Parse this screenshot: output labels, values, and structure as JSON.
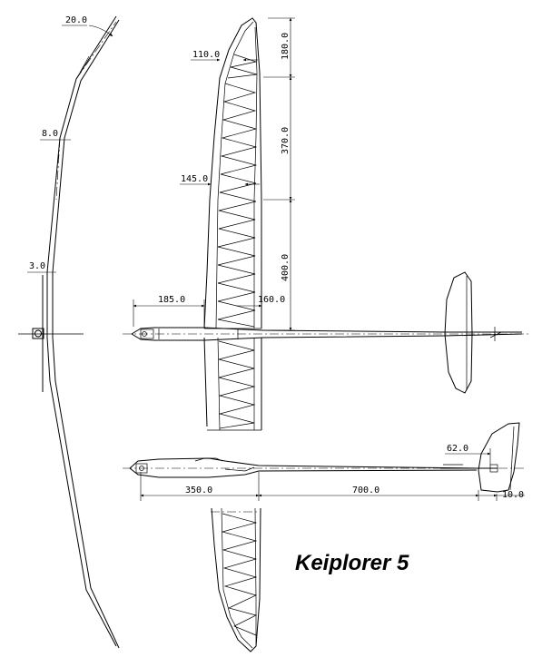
{
  "title": "Keiplorer 5",
  "dihedral": {
    "tip": "20.0",
    "mid": "8.0",
    "root": "3.0"
  },
  "top_view": {
    "tip_span": "180.0",
    "mid_span": "370.0",
    "inner_span": "400.0",
    "tip_chord": "110.0",
    "mid_chord": "145.0",
    "nose_to_le": "185.0",
    "root_chord": "160.0"
  },
  "side_view": {
    "nose_len": "350.0",
    "boom_len": "700.0",
    "fin_chord": "62.0",
    "fin_offset": "10.0"
  }
}
